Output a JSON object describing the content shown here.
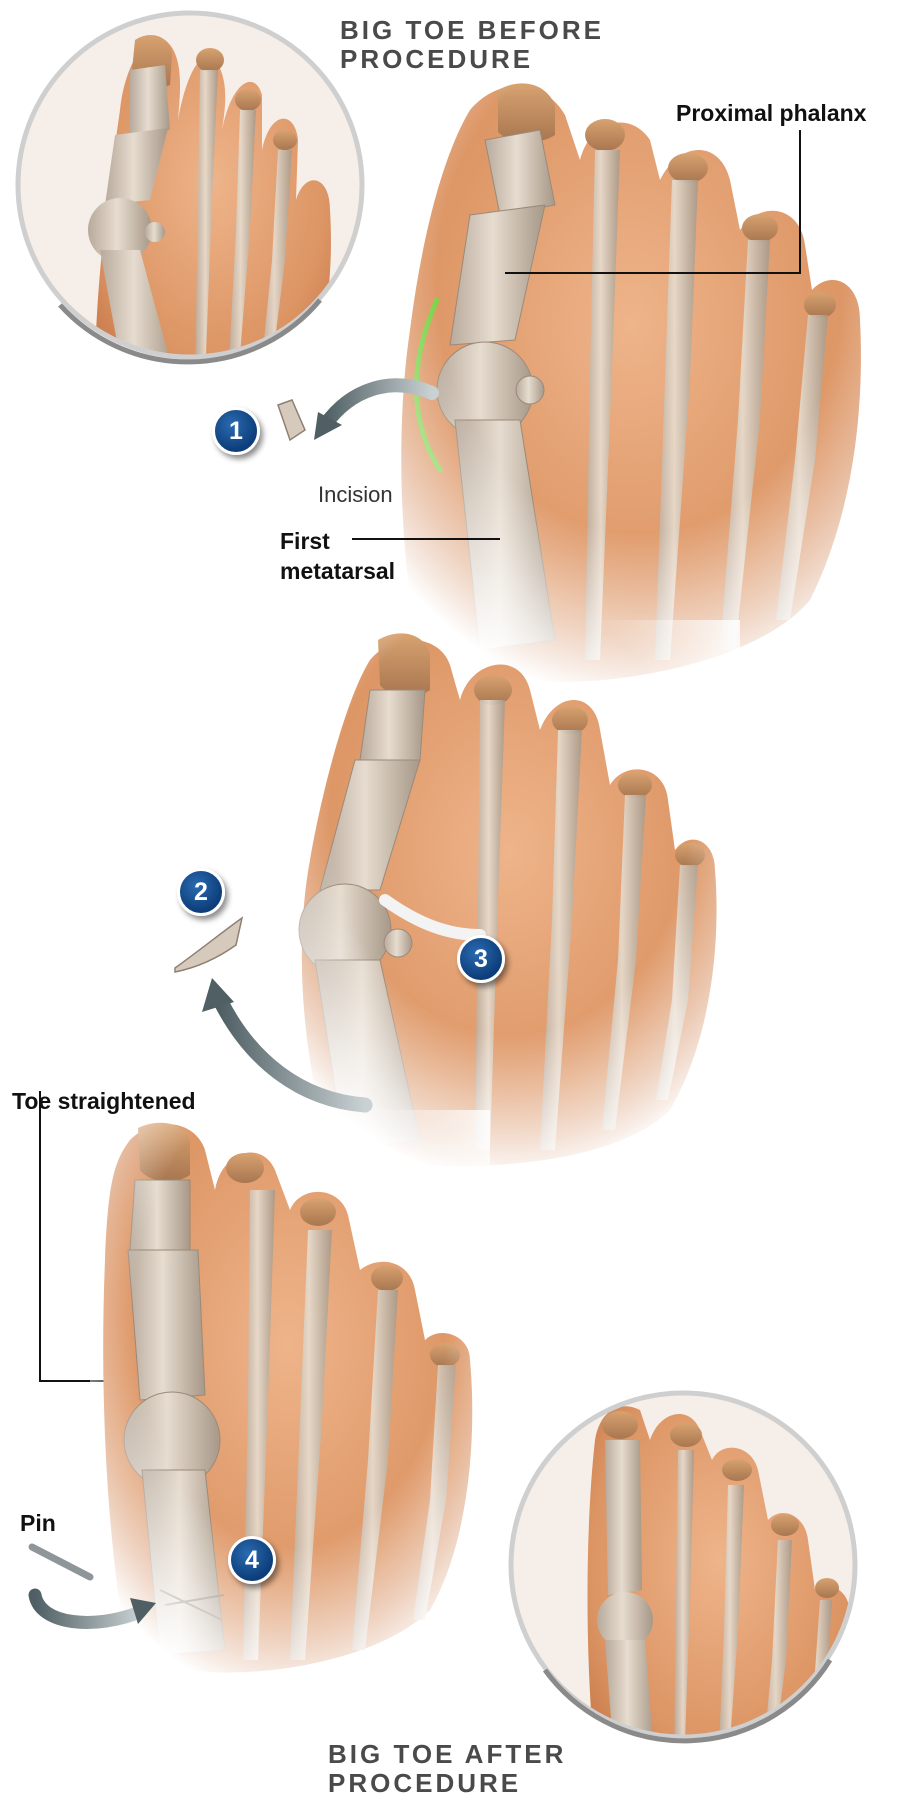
{
  "headings": {
    "before": [
      "BIG TOE BEFORE",
      "PROCEDURE"
    ],
    "after": [
      "BIG TOE AFTER",
      "PROCEDURE"
    ]
  },
  "labels": {
    "proximal_phalanx": "Proximal phalanx",
    "incision": "Incision",
    "first_metatarsal": [
      "First",
      "metatarsal"
    ],
    "toe_straightened": "Toe straightened",
    "pin": "Pin"
  },
  "steps": [
    "1",
    "2",
    "3",
    "4"
  ],
  "colors": {
    "skin": "#e29a6a",
    "skin_shadow": "#c97749",
    "bone": "#d8ccbf",
    "bone_shadow": "#a99a8c",
    "incision_line": "#7fd24a",
    "badge": "#0d3d7a",
    "arrow": "#7c8a8e",
    "heading": "#4a4a4a"
  }
}
